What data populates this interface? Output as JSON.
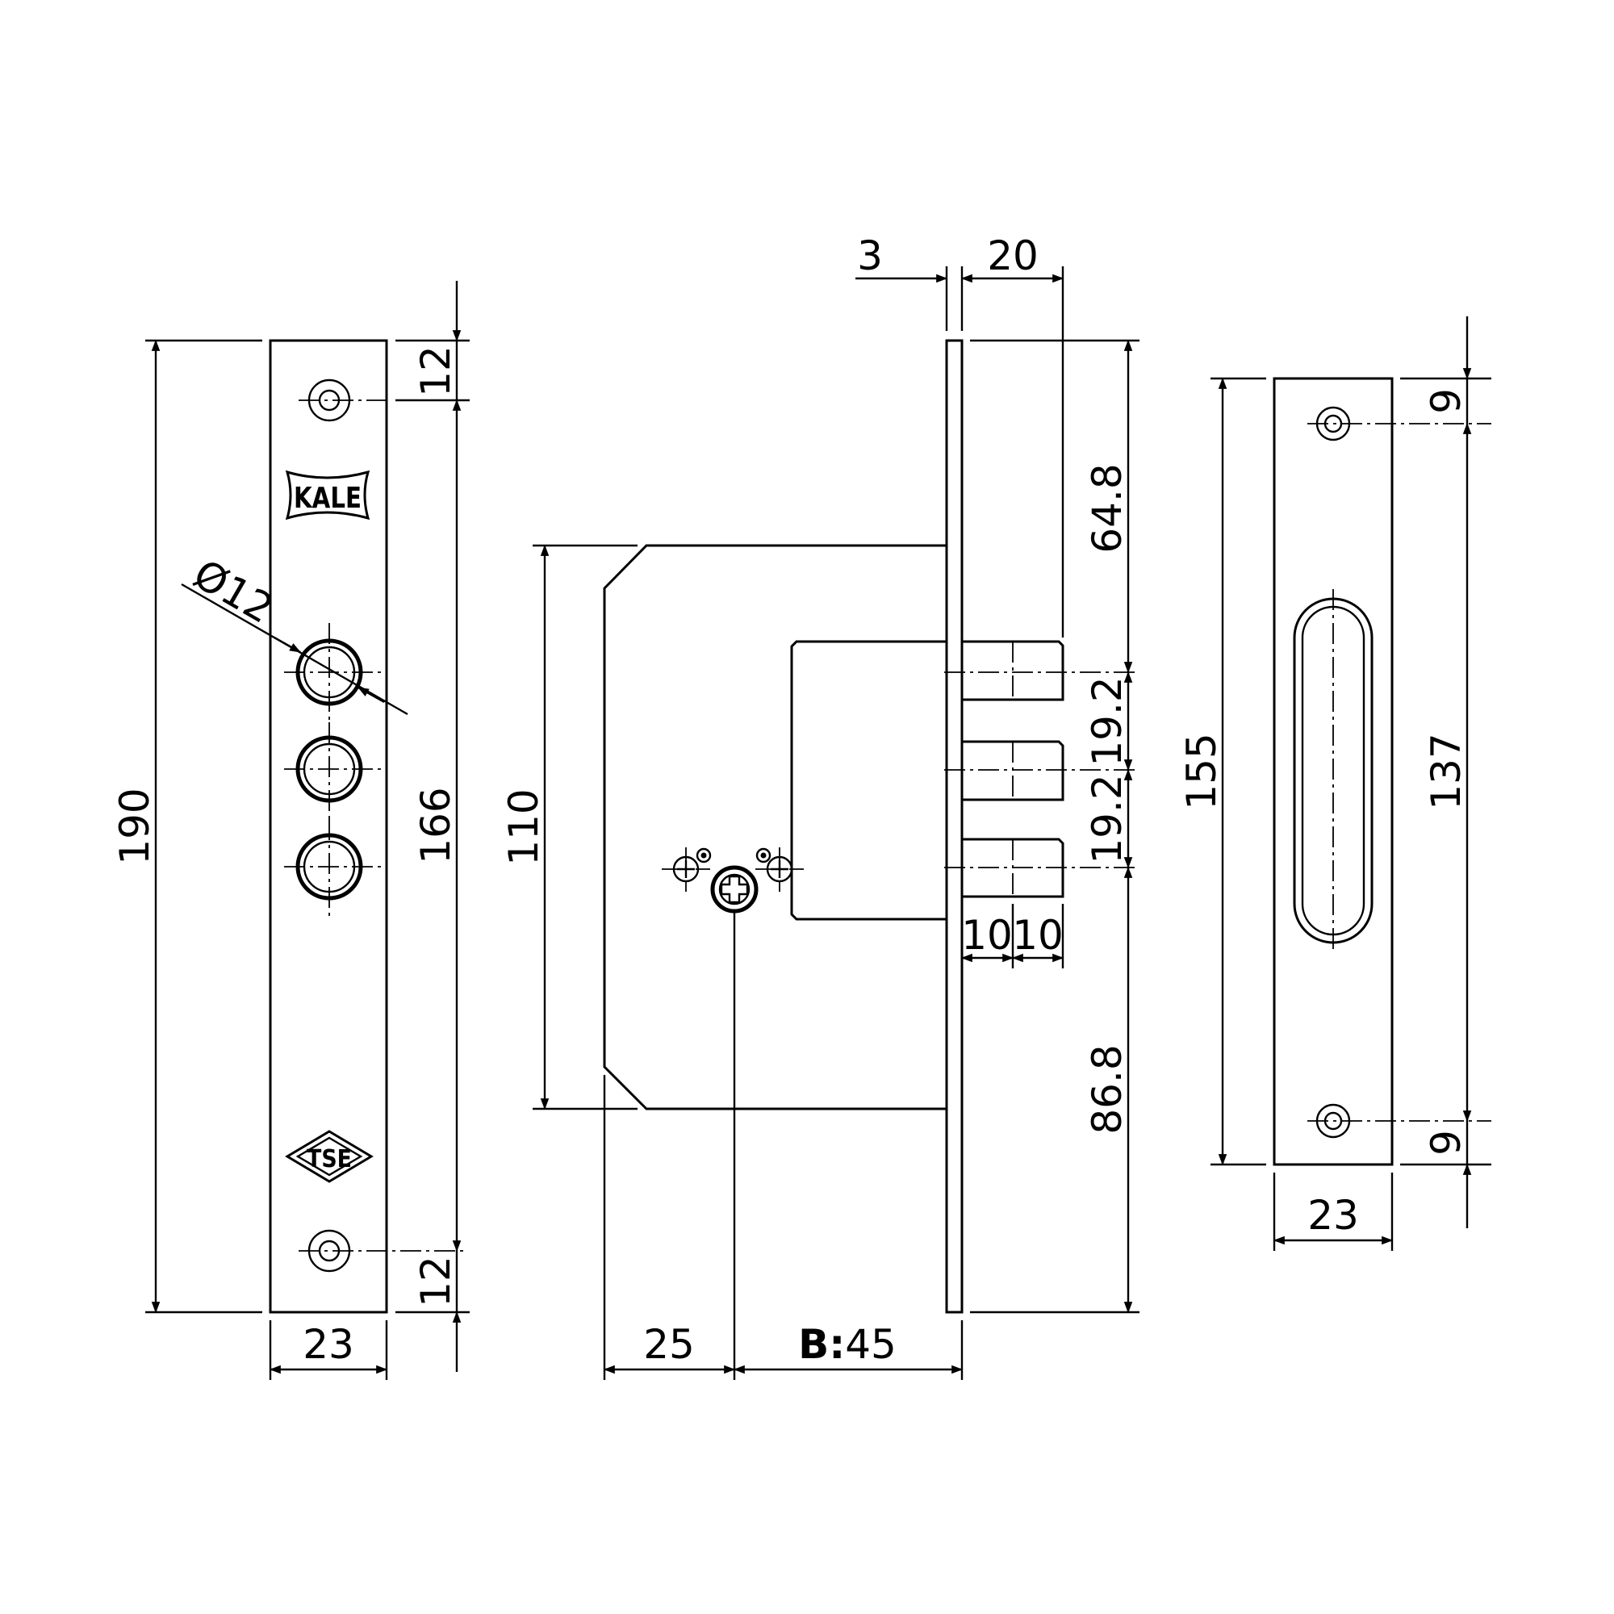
{
  "dimensions": {
    "left_plate": {
      "height_total": "190",
      "screw_spacing": "166",
      "top_offset": "12",
      "bottom_offset": "12",
      "width": "23",
      "hole_diameter": "Ø12"
    },
    "lock_body": {
      "faceplate_thickness": "3",
      "bolt_throw": "20",
      "case_height": "110",
      "top_to_bolt": "64.8",
      "bolt_pitch_1": "19.2",
      "bolt_pitch_2": "19.2",
      "bottom_to_bolt": "86.8",
      "bolt_width_1": "10",
      "bolt_width_2": "10",
      "spindle_offset": "25",
      "backset_prefix": "B:",
      "backset_value": "45"
    },
    "strike_plate": {
      "height_total": "155",
      "screw_spacing": "137",
      "top_offset": "9",
      "bottom_offset": "9",
      "width": "23"
    }
  },
  "logos": {
    "brand": "KALE",
    "certification": "TSE"
  }
}
